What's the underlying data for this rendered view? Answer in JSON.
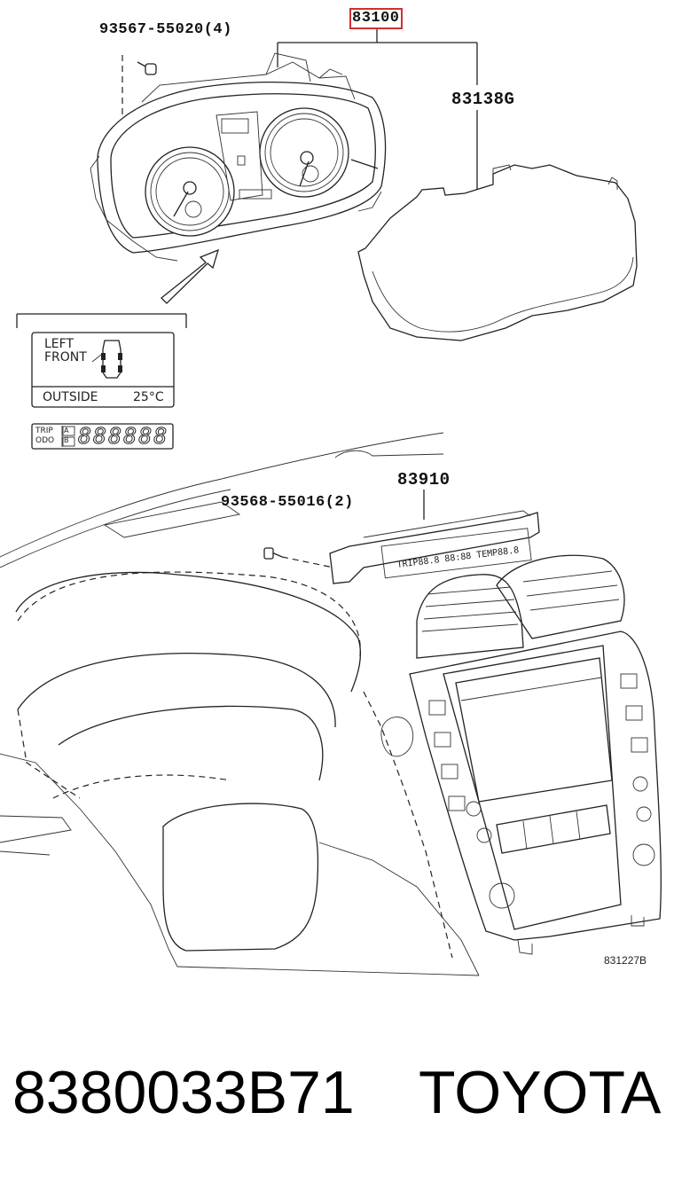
{
  "callouts": {
    "cluster_assy": "83100",
    "cluster_screw": "93567-55020(4)",
    "cluster_cover": "83138G",
    "clock_assy": "83910",
    "clock_screw": "93568-55016(2)"
  },
  "lcd_display": {
    "line1": "LEFT",
    "line2": "FRONT",
    "outside_label": "OUTSIDE",
    "outside_temp": "25°C"
  },
  "odometer_display": {
    "trip_label": "TRIP",
    "odo_label": "ODO",
    "a_label": "A",
    "b_label": "B",
    "digits": "888888"
  },
  "figure_code": "831227B",
  "footer": {
    "part_number": "8380033B71",
    "brand": "TOYOTA"
  },
  "colors": {
    "line": "#222222",
    "highlight_box": "#d03030",
    "background": "#ffffff"
  }
}
